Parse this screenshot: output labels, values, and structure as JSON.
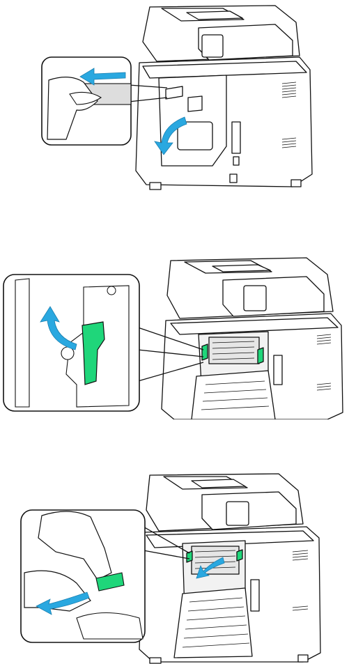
{
  "figure": {
    "panels": [
      {
        "id": "step-open-rear-door",
        "illustration": "printer-rear-view",
        "callout": "hand-pulling-rear-door-latch",
        "arrows": [
          "pull-left-arrow",
          "door-swing-open-arrow"
        ],
        "highlight_color": "#2aa8e0"
      },
      {
        "id": "step-raise-fuser-lever",
        "illustration": "printer-rear-view-door-open",
        "callout": "fuser-lever-close-up",
        "arrows": [
          "lever-lift-arrow"
        ],
        "highlight_color": "#1fd67a",
        "arrow_color": "#2aa8e0"
      },
      {
        "id": "step-lift-fuser-tab",
        "illustration": "printer-rear-view-fuser-exposed",
        "callout": "hand-lifting-green-tab",
        "arrows": [
          "lift-tab-arrow",
          "remove-paper-arrow"
        ],
        "highlight_color": "#1fd67a",
        "arrow_color": "#2aa8e0"
      }
    ]
  }
}
